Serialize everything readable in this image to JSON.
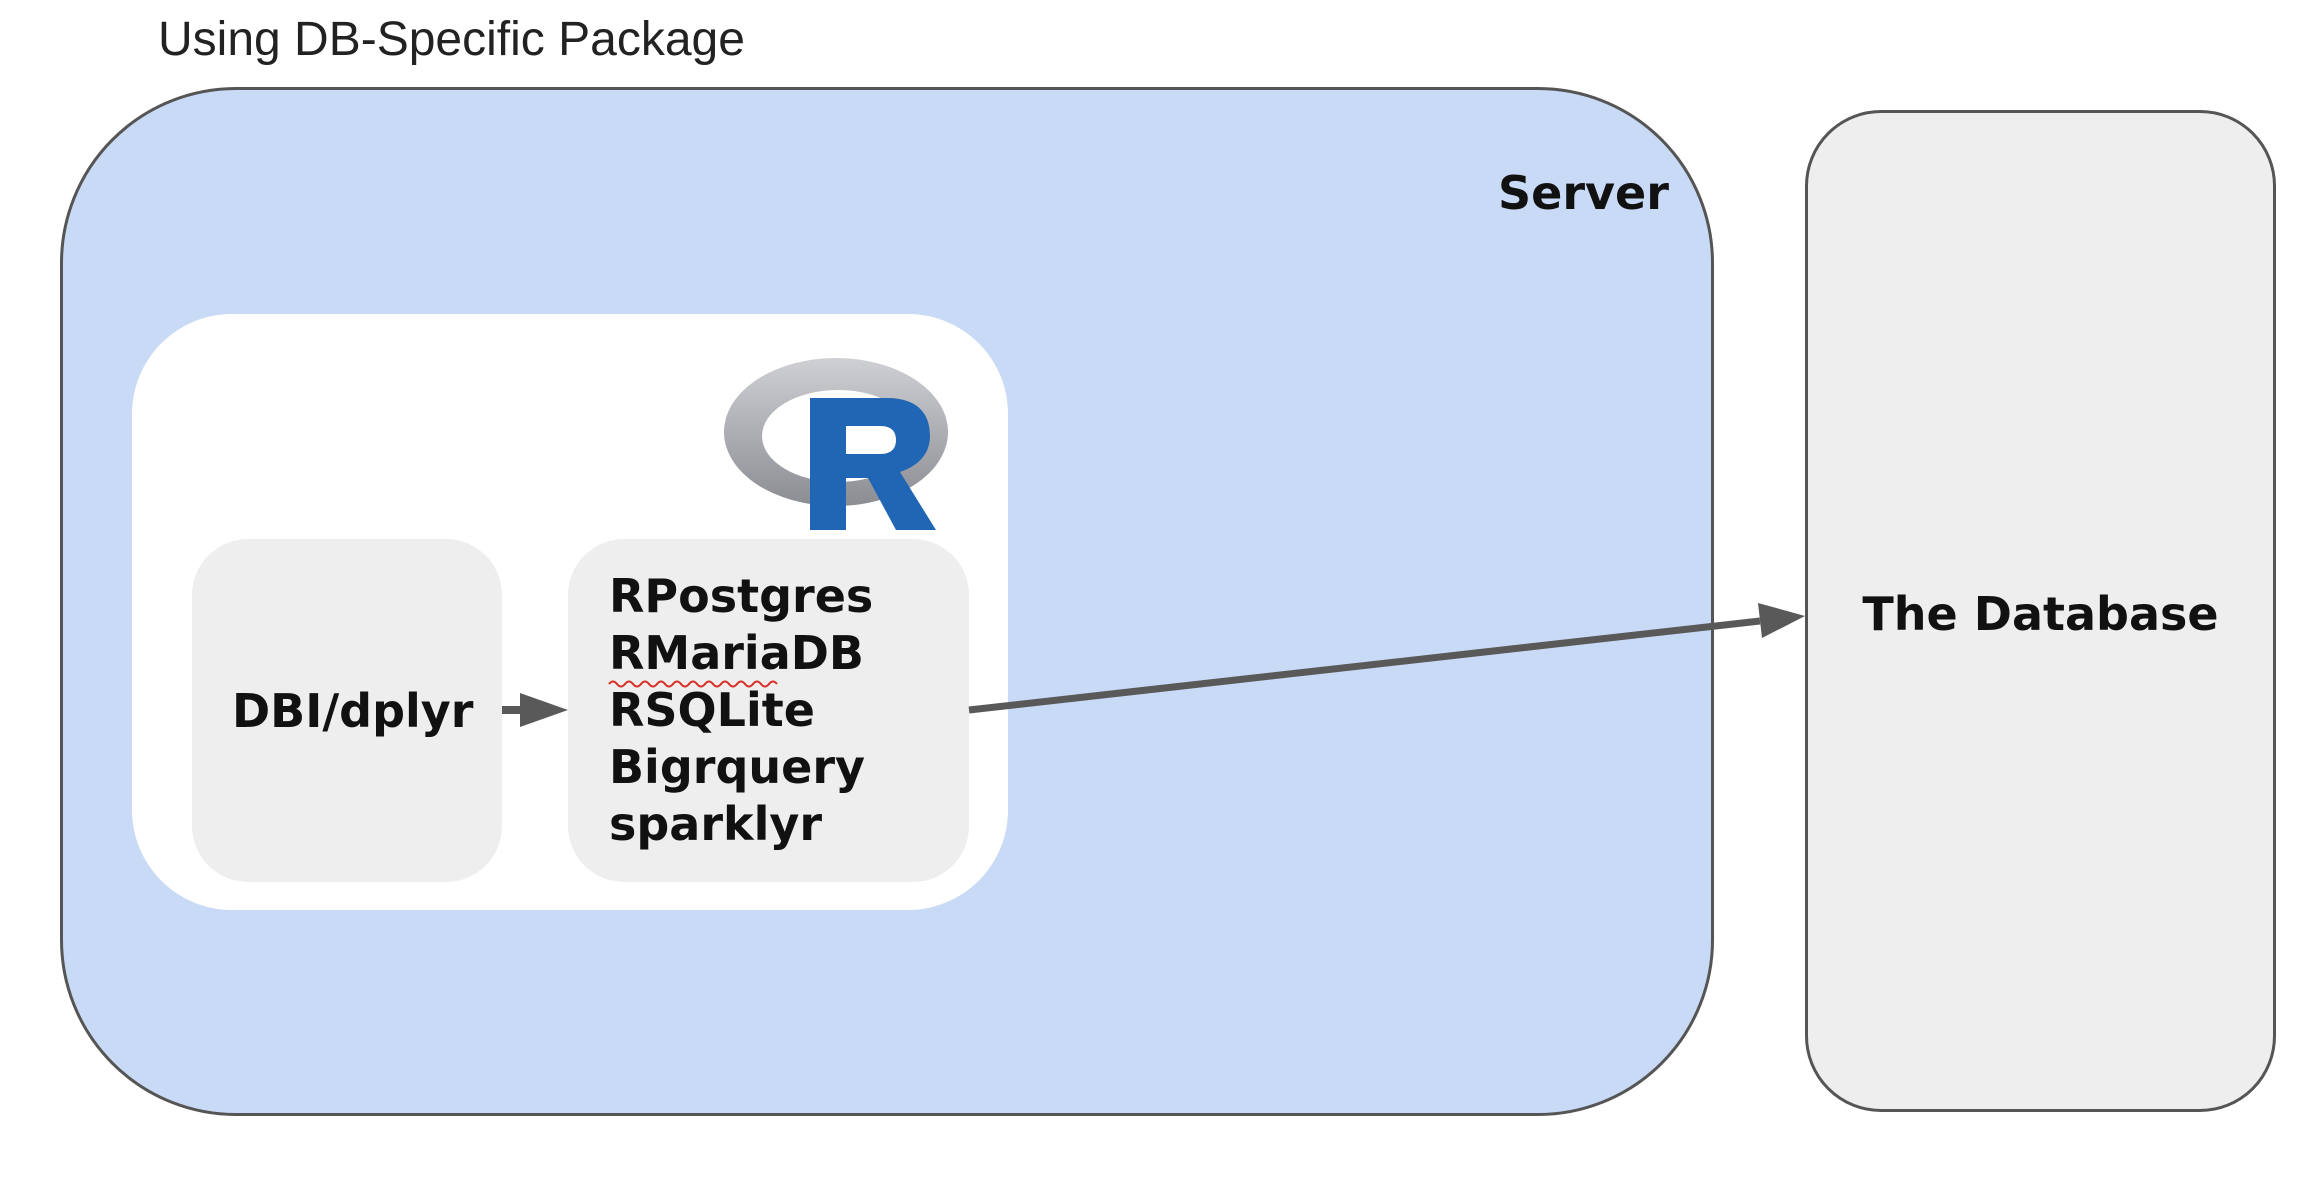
{
  "title": "Using DB-Specific Package",
  "server": {
    "label": "Server"
  },
  "r_environment": {
    "logo": "r-logo",
    "packages": {
      "interface_label": "DBI/dplyr",
      "drivers": [
        "RPostgres",
        "RMariaDB",
        "RSQLite",
        "Bigrquery",
        "sparklyr"
      ]
    }
  },
  "database": {
    "label": "The Database"
  },
  "colors": {
    "server_fill": "#c9daf6",
    "box_fill": "#eeeeee",
    "border": "#555555",
    "arrow": "#595959",
    "r_blue": "#2166b5",
    "r_ring_gray": "#a8aab0"
  },
  "arrows": [
    {
      "from": "DBI/dplyr",
      "to": "drivers"
    },
    {
      "from": "drivers",
      "to": "The Database"
    }
  ]
}
